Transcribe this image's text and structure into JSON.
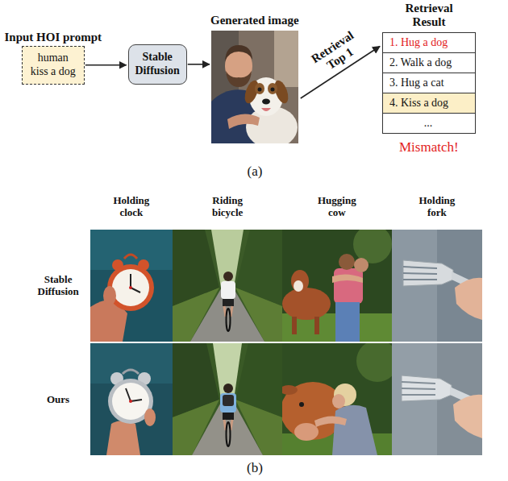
{
  "diagram": {
    "nodes": [
      {
        "text": [
          "Input HOI prompt",
          "human kiss a dog"
        ]
      },
      {
        "text": [
          "Stable Diffusion"
        ]
      },
      {
        "text": [
          "Generated image"
        ]
      },
      {
        "text": [
          "Retrieval Result"
        ]
      },
      {
        "text": [
          "1. Hug a dog"
        ],
        "in": 3
      },
      {
        "text": [
          "2. Walk a dog"
        ],
        "in": 3
      },
      {
        "text": [
          "3. Hug a cat"
        ],
        "in": 3
      },
      {
        "text": [
          "4. Kiss a dog"
        ],
        "in": 3
      },
      {
        "text": [
          "..."
        ],
        "in": 3
      }
    ],
    "edges": [
      {
        "from": 0,
        "to": 1,
        "arrow": "to"
      },
      {
        "from": 1,
        "to": 2,
        "arrow": "to"
      },
      {
        "from": 2,
        "to": 3,
        "arrow": "to",
        "label": "Retrieval Top 1"
      }
    ],
    "labels": [
      "Mismatch!",
      "(a)",
      "Holding clock",
      "Riding bicycle",
      "Hugging cow",
      "Holding fork",
      "Stable Diffusion",
      "Ours",
      "(b)"
    ]
  }
}
